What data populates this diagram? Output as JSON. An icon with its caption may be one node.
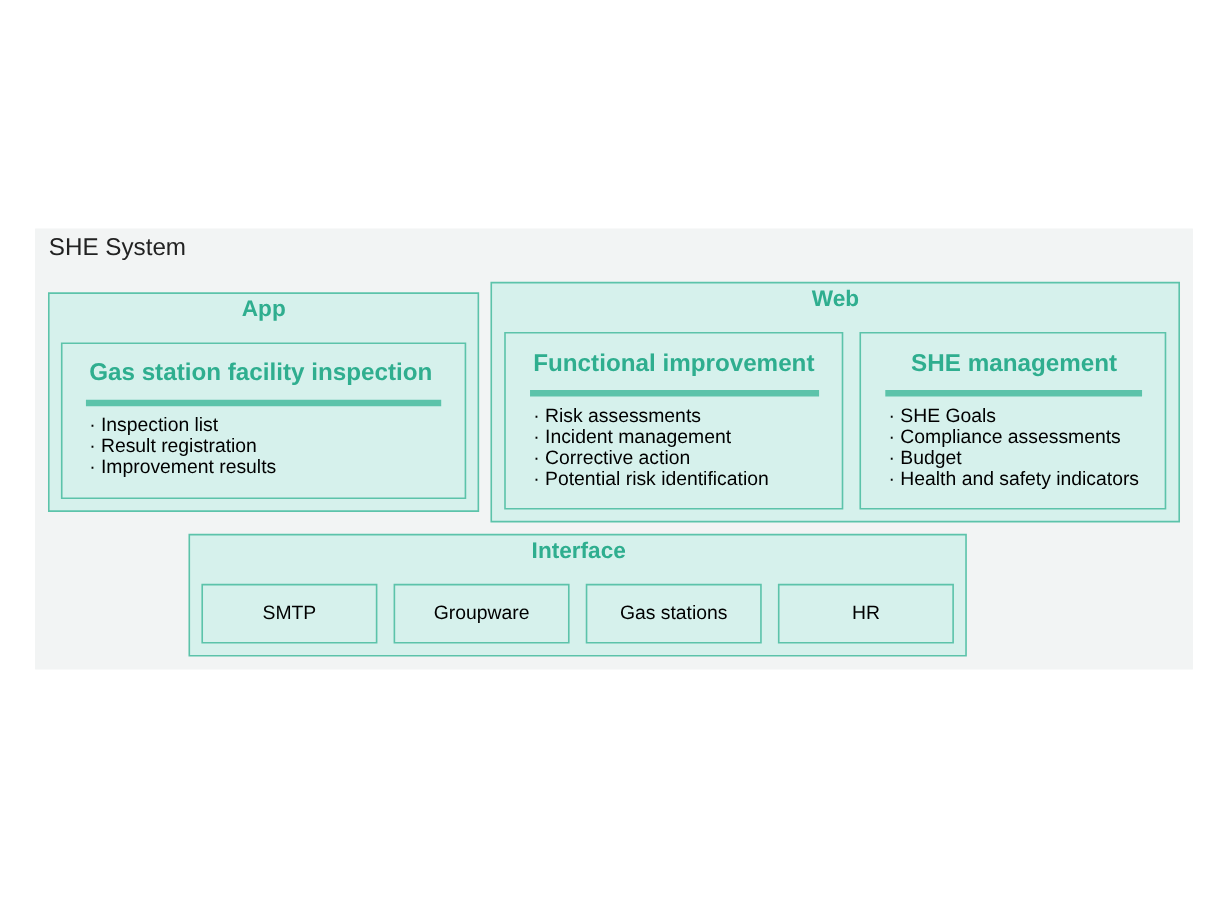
{
  "diagram": {
    "nodes": [
      {
        "text": [
          "SHE System"
        ]
      },
      {
        "text": [
          "Web"
        ],
        "in": 0
      },
      {
        "text": [
          "App"
        ],
        "in": 0
      },
      {
        "text": [
          "SHE management",
          "· SHE Goals",
          "· Compliance assessments",
          "· Budget",
          "· Health and safety indicators"
        ],
        "in": 1
      },
      {
        "text": [
          "Functional improvement",
          "· Risk assessments",
          "· Incident management",
          "· Corrective action",
          "· Potential risk identification"
        ],
        "in": 1
      },
      {
        "text": [
          "Gas station facility inspection",
          "· Inspection list",
          "· Result registration",
          "· Improvement results"
        ],
        "in": 2
      },
      {
        "text": [
          "Interface"
        ],
        "in": 0
      },
      {
        "text": [
          "HR"
        ],
        "in": 6
      },
      {
        "text": [
          "Gas stations"
        ],
        "in": 6
      },
      {
        "text": [
          "Groupware"
        ],
        "in": 6
      },
      {
        "text": [
          "SMTP"
        ],
        "in": 6
      }
    ]
  }
}
